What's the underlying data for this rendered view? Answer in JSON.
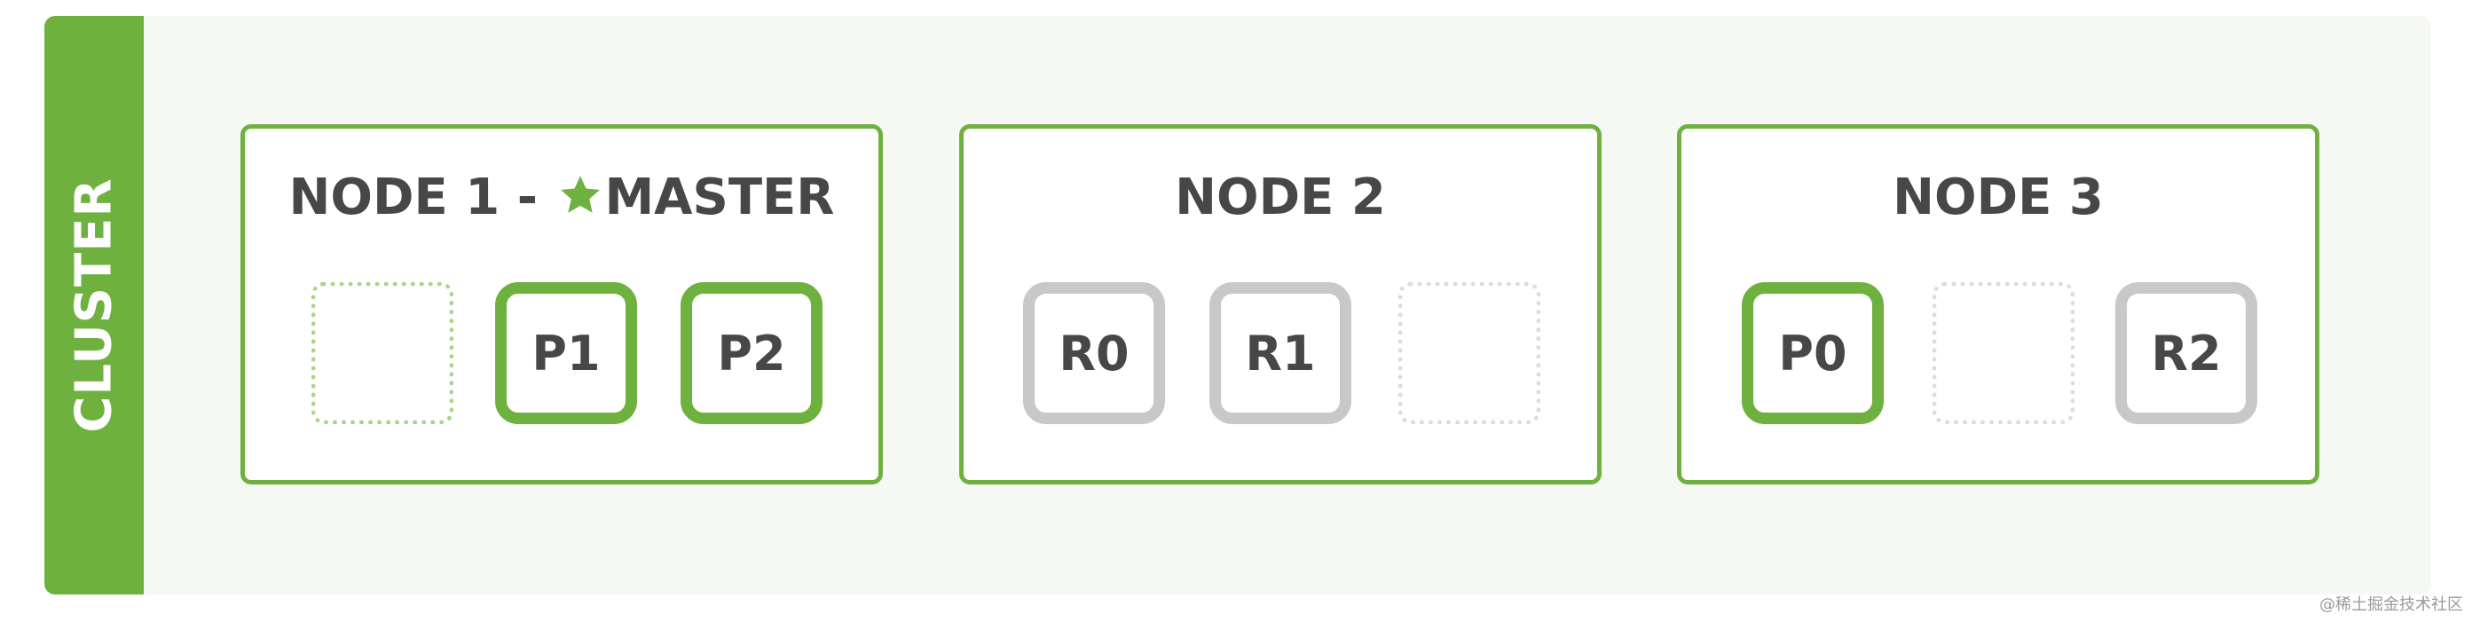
{
  "cluster": {
    "label": "CLUSTER",
    "accent_color": "#6fb13f"
  },
  "nodes": [
    {
      "title_prefix": "NODE 1 - ",
      "master_icon": "star-icon",
      "title_suffix": "MASTER",
      "shards": [
        {
          "label": "",
          "kind": "empty"
        },
        {
          "label": "P1",
          "kind": "primary"
        },
        {
          "label": "P2",
          "kind": "primary"
        }
      ]
    },
    {
      "title": "NODE 2",
      "shards": [
        {
          "label": "R0",
          "kind": "replica"
        },
        {
          "label": "R1",
          "kind": "replica"
        },
        {
          "label": "",
          "kind": "empty"
        }
      ]
    },
    {
      "title": "NODE 3",
      "shards": [
        {
          "label": "P0",
          "kind": "primary"
        },
        {
          "label": "",
          "kind": "empty"
        },
        {
          "label": "R2",
          "kind": "replica"
        }
      ]
    }
  ],
  "colors": {
    "primary": "#6fb13f",
    "replica": "#c8c8c8",
    "text": "#474747",
    "background": "#f6f8f4"
  },
  "watermark": "@稀土掘金技术社区"
}
